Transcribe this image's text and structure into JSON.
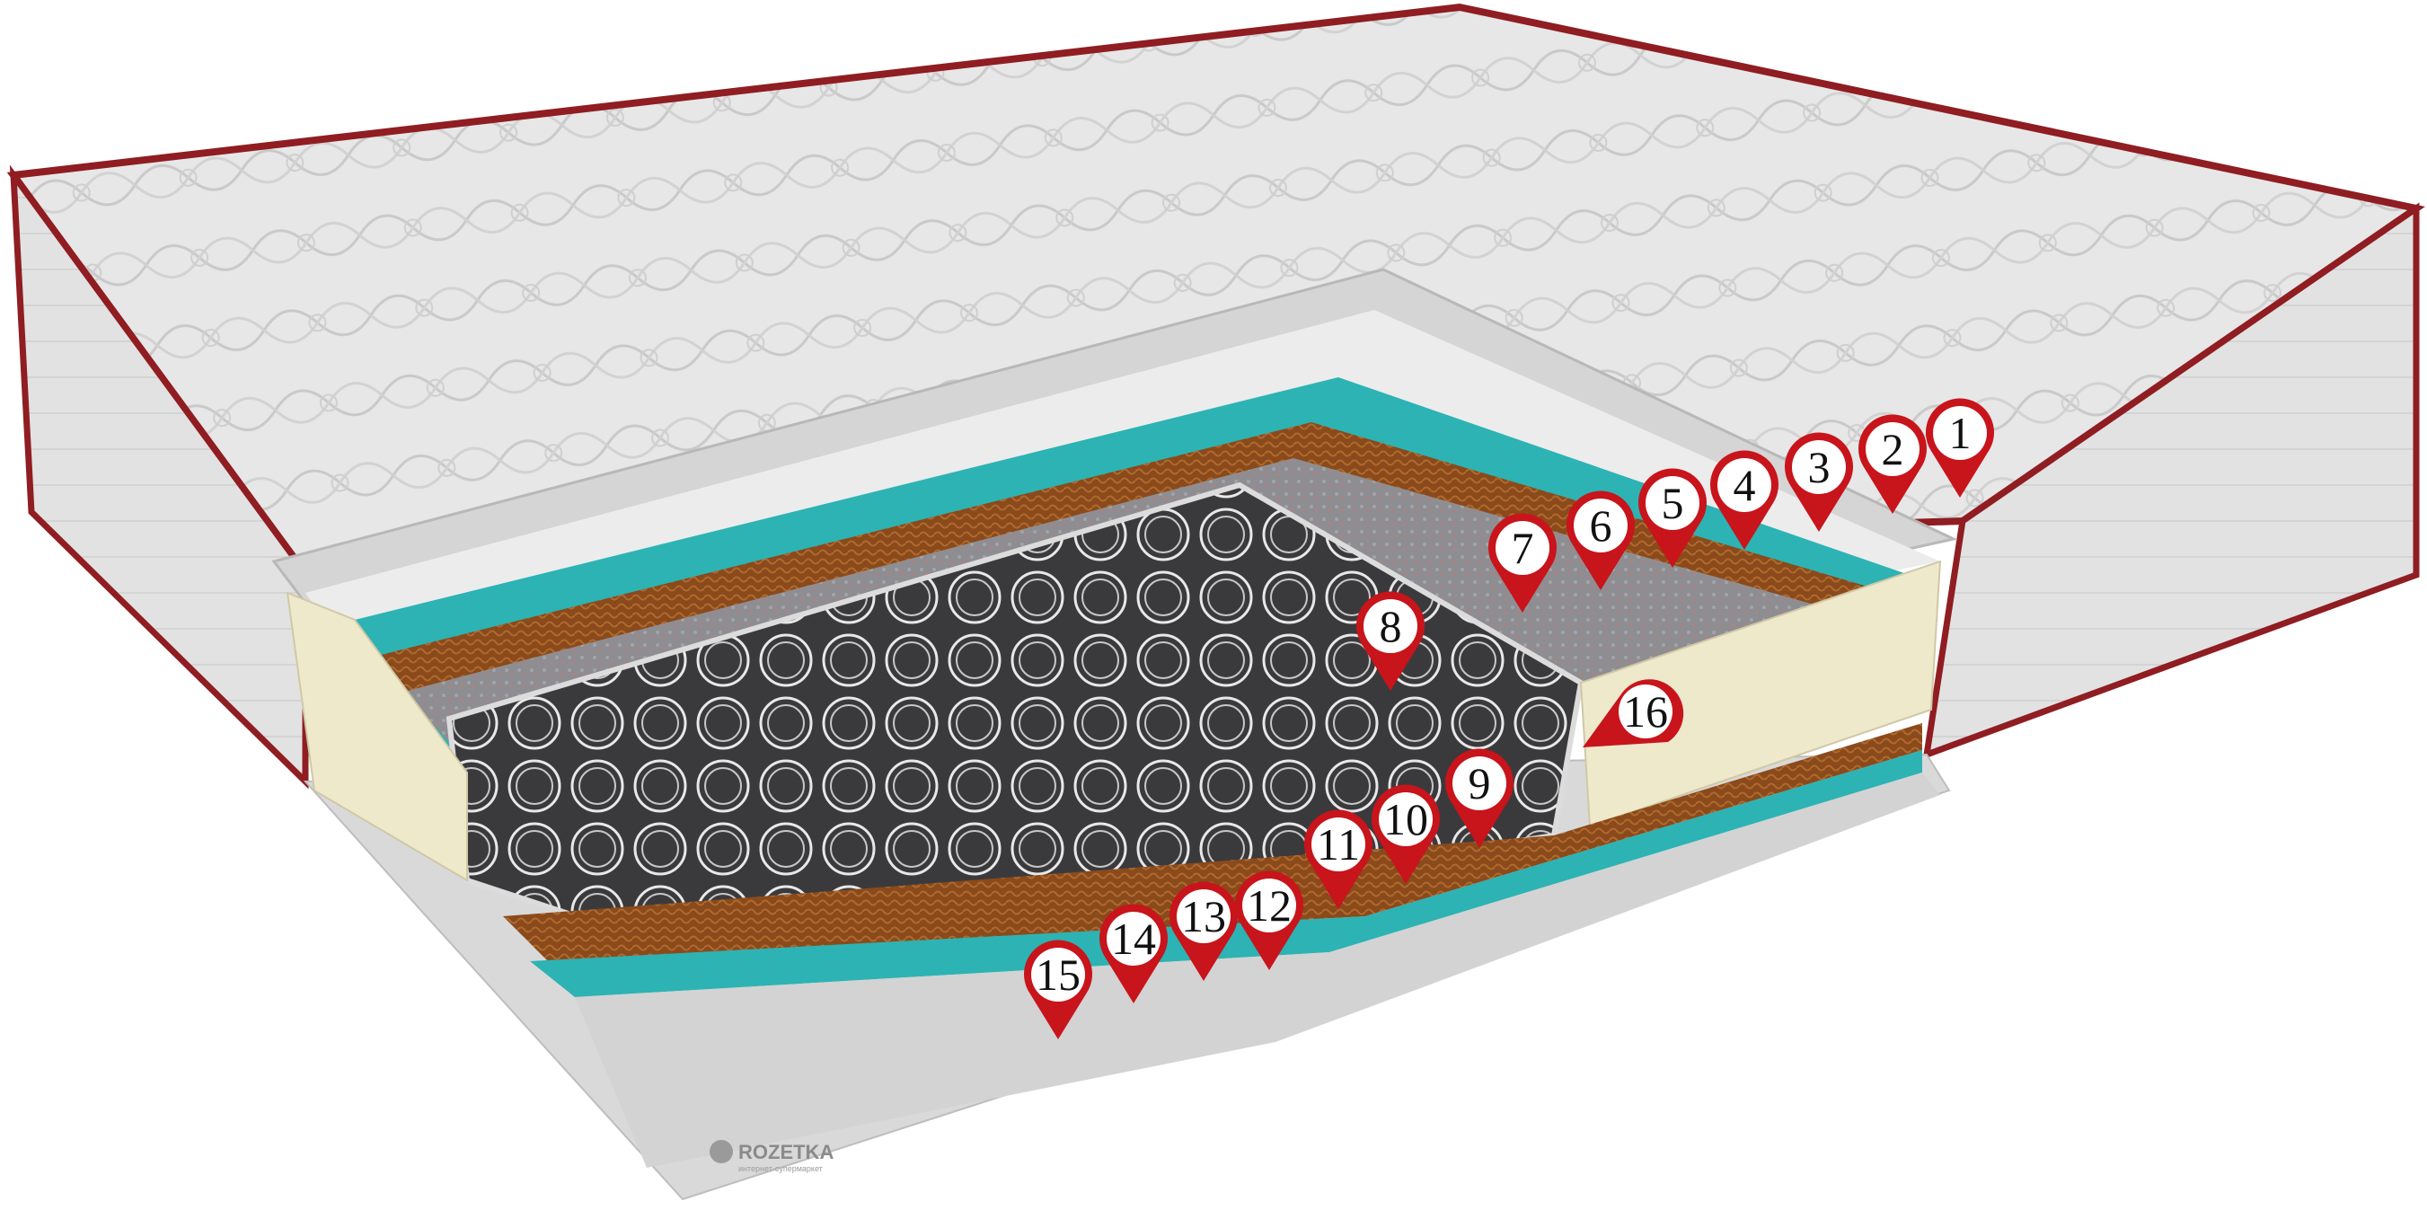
{
  "image": {
    "subject": "mattress-cutaway-diagram",
    "colors": {
      "piping": "#8f1d22",
      "marker": "#c8141b",
      "quilt": "#e6e6e6",
      "cover_side": "#dcdcdc",
      "foam_teal": "#2db3b3",
      "coir": "#8a4a1c",
      "felt": "#8f8f93",
      "latex_cream": "#efe9cc",
      "springs": "#2a2a2c"
    }
  },
  "markers": [
    {
      "id": 1,
      "label": "1"
    },
    {
      "id": 2,
      "label": "2"
    },
    {
      "id": 3,
      "label": "3"
    },
    {
      "id": 4,
      "label": "4"
    },
    {
      "id": 5,
      "label": "5"
    },
    {
      "id": 6,
      "label": "6"
    },
    {
      "id": 7,
      "label": "7"
    },
    {
      "id": 8,
      "label": "8"
    },
    {
      "id": 9,
      "label": "9"
    },
    {
      "id": 10,
      "label": "10"
    },
    {
      "id": 11,
      "label": "11"
    },
    {
      "id": 12,
      "label": "12"
    },
    {
      "id": 13,
      "label": "13"
    },
    {
      "id": 14,
      "label": "14"
    },
    {
      "id": 15,
      "label": "15"
    },
    {
      "id": 16,
      "label": "16"
    }
  ],
  "watermark": {
    "brand": "ROZETKA",
    "tagline": "интернет-супермаркет",
    "icon": "rozetka-logo-icon"
  }
}
